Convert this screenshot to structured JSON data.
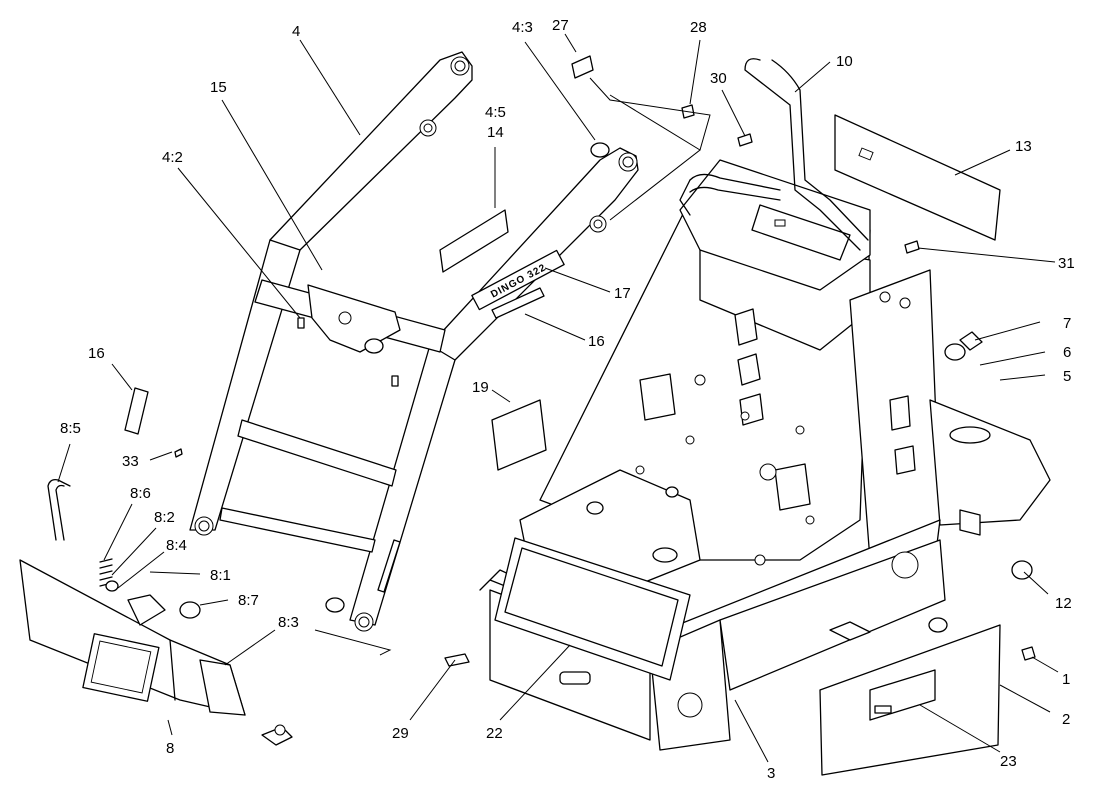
{
  "decal_text": "DINGO 322",
  "labels": {
    "l4": "4",
    "l15": "15",
    "l4_2": "4:2",
    "l4_5": "4:5",
    "l14": "14",
    "l4_3": "4:3",
    "l27": "27",
    "l28": "28",
    "l30": "30",
    "l10": "10",
    "l13": "13",
    "l31": "31",
    "l17": "17",
    "l16a": "16",
    "l7": "7",
    "l6": "6",
    "l5": "5",
    "l16b": "16",
    "l19": "19",
    "l8_5": "8:5",
    "l33": "33",
    "l8_6": "8:6",
    "l8_2": "8:2",
    "l8_4": "8:4",
    "l8_1": "8:1",
    "l8_7": "8:7",
    "l8_3": "8:3",
    "l8": "8",
    "l29": "29",
    "l22": "22",
    "l3": "3",
    "l12": "12",
    "l1": "1",
    "l2": "2",
    "l23": "23"
  }
}
